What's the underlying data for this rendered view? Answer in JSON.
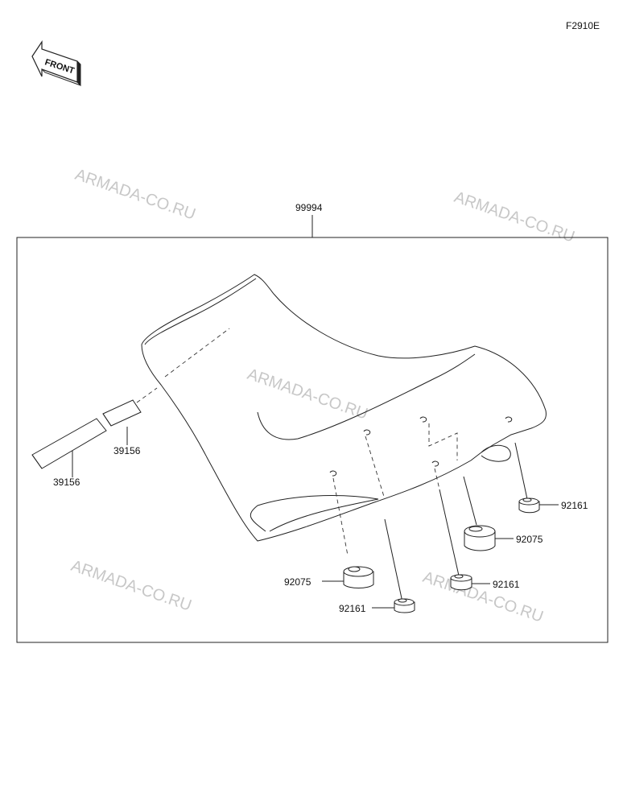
{
  "figure": {
    "code": "F2910E",
    "front_label": "FRONT",
    "assembly_number": "99994"
  },
  "parts": {
    "strap_small": "39156",
    "strap_large": "39156",
    "nut_right_top": "92161",
    "grommet_right": "92075",
    "nut_right_bottom": "92161",
    "grommet_left": "92075",
    "nut_left": "92161"
  },
  "watermark": "ARMADA-CO.RU"
}
